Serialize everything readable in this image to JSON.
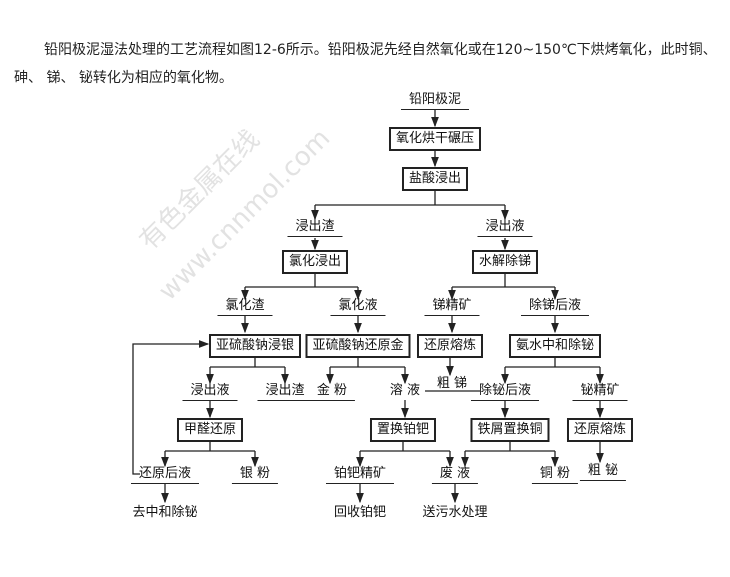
{
  "paragraph": "铅阳极泥湿法处理的工艺流程如图12-6所示。铅阳极泥先经自然氧化或在120~150℃下烘烤氧化，此时铜、 砷、 锑、 铋转化为相应的氧化物。",
  "diagram": {
    "start": "铅阳极泥",
    "box_oxidize": "氧化烘干碾压",
    "box_hcl": "盐酸浸出",
    "leach_residue": "浸出渣",
    "leach_liquor": "浸出液",
    "box_chlorination": "氯化浸出",
    "box_hydrolysis": "水解除锑",
    "chloride_residue": "氯化渣",
    "chloride_liquor": "氯化液",
    "sb_concentrate": "锑精矿",
    "after_sb_liquor": "除锑后液",
    "box_ag_leach": "亚硫酸钠浸银",
    "box_au_reduce": "亚硫酸钠还原金",
    "box_smelt1": "还原熔炼",
    "box_ammonia": "氨水中和除铋",
    "leach_liquor2": "浸出液",
    "leach_residue2": "浸出渣",
    "gold_powder": "金 粉",
    "solution": "溶 液",
    "crude_sb": "粗 锑",
    "after_bi_liquor": "除铋后液",
    "bi_concentrate": "铋精矿",
    "box_formaldehyde": "甲醛还原",
    "box_ptpd": "置换铂钯",
    "box_iron": "铁屑置换铜",
    "box_smelt2": "还原熔炼",
    "after_reduce_liquor": "还原后液",
    "silver_powder": "银 粉",
    "ptpd_concentrate": "铂钯精矿",
    "waste_liquor": "废 液",
    "copper_powder": "铜 粉",
    "crude_bi": "粗 铋",
    "to_neutralize": "去中和除铋",
    "recover_ptpd": "回收铂钯",
    "to_wastewater": "送污水处理"
  },
  "watermark": {
    "cn": "有色金属在线",
    "url": "www.cnnmol.com"
  }
}
